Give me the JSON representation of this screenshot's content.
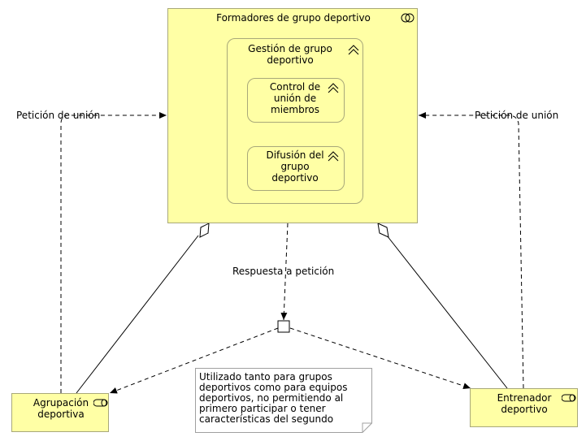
{
  "main_collaboration": {
    "title": "Formadores de grupo deportivo"
  },
  "process_gestion": {
    "title": "Gestión de grupo\ndeportivo"
  },
  "process_control": {
    "title": "Control de\nunión de\nmiembros"
  },
  "process_difusion": {
    "title": "Difusión del\ngrupo\ndeportivo"
  },
  "role_agrupacion": {
    "title": "Agrupación\ndeportiva"
  },
  "role_entrenador": {
    "title": "Entrenador\ndeportivo"
  },
  "edge_left": {
    "label": "Petición de unión"
  },
  "edge_right": {
    "label": "Petición de unión"
  },
  "edge_center": {
    "label": "Respuesta a petición"
  },
  "note": {
    "text": "Utilizado tanto para grupos\ndeportivos como para equipos\ndeportivos, no permitiendo al\nprimero participar o tener\ncaracterísticas del segundo"
  },
  "colors": {
    "element_fill": "#ffffa5",
    "element_border": "#a8a87a",
    "line": "#000000"
  }
}
